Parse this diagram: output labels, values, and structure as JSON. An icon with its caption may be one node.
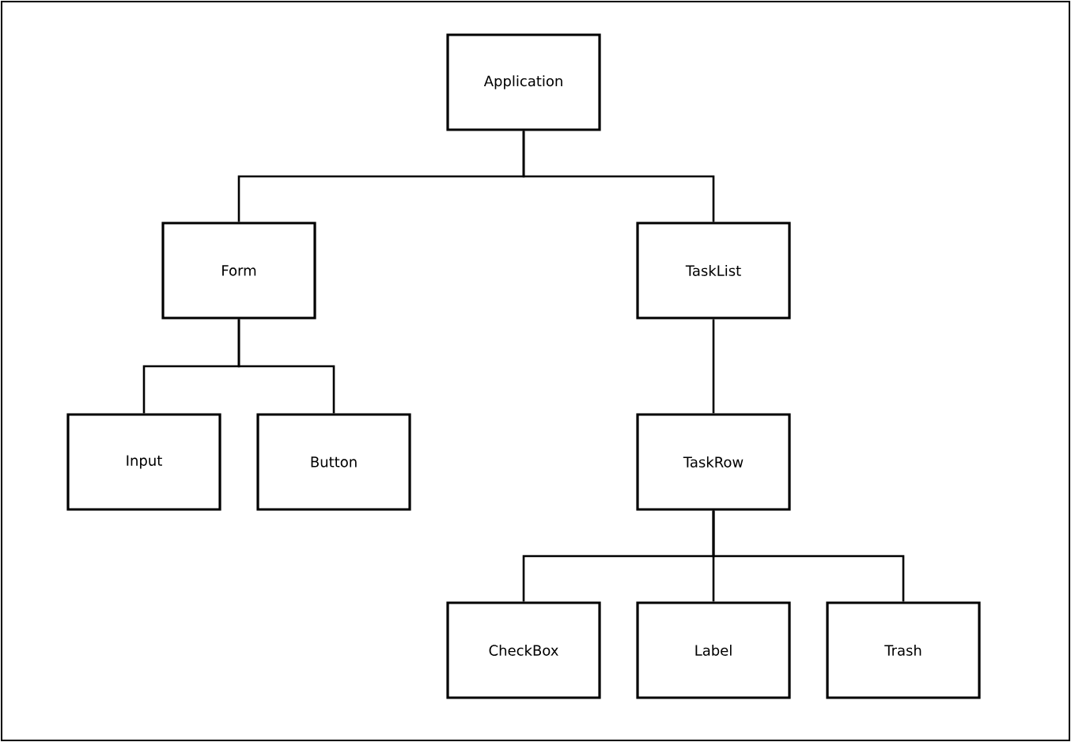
{
  "diagram": {
    "nodes": [
      {
        "text": [
          "Application"
        ]
      },
      {
        "text": [
          "Form"
        ]
      },
      {
        "text": [
          "TaskList"
        ]
      },
      {
        "text": [
          "Input"
        ]
      },
      {
        "text": [
          "Button"
        ]
      },
      {
        "text": [
          "TaskRow"
        ]
      },
      {
        "text": [
          "CheckBox"
        ]
      },
      {
        "text": [
          "Label"
        ]
      },
      {
        "text": [
          "Trash"
        ]
      }
    ],
    "edges": [
      {
        "from": 0,
        "to": 1,
        "arrow": "none"
      },
      {
        "from": 0,
        "to": 2,
        "arrow": "none"
      },
      {
        "from": 1,
        "to": 3,
        "arrow": "none"
      },
      {
        "from": 1,
        "to": 4,
        "arrow": "none"
      },
      {
        "from": 2,
        "to": 5,
        "arrow": "none"
      },
      {
        "from": 5,
        "to": 6,
        "arrow": "none"
      },
      {
        "from": 5,
        "to": 7,
        "arrow": "none"
      },
      {
        "from": 5,
        "to": 8,
        "arrow": "none"
      }
    ]
  }
}
